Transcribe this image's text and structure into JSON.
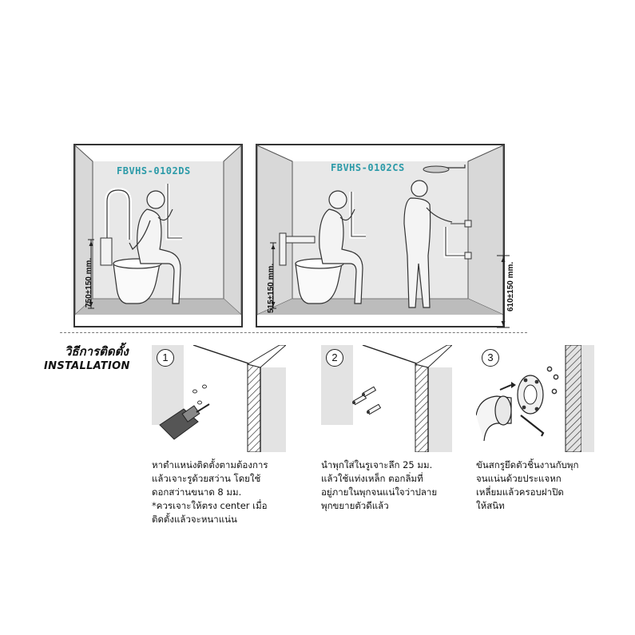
{
  "scenes": {
    "left": {
      "model": "FBVHS-0102DS",
      "height_label": "750±150 mm."
    },
    "right": {
      "model": "FBVHS-0102CS",
      "left_height_label": "515±150 mm.",
      "right_height_label": "610±150 mm."
    }
  },
  "installation": {
    "heading_th": "วิธีการติดตั้ง",
    "heading_en": "INSTALLATION",
    "steps": [
      {
        "number": "1",
        "lines": [
          "หาตำแหน่งติดตั้งตามต้องการ",
          "แล้วเจาะรูด้วยสว่าน โดยใช้",
          "ดอกสว่านขนาด 8 มม.",
          "*ควรเจาะให้ตรง center เมื่อ",
          "ติดตั้งแล้วจะหนาแน่น"
        ]
      },
      {
        "number": "2",
        "lines": [
          "นำพุกใส่ในรูเจาะลึก 25 มม.",
          "แล้วใช้แท่งเหล็ก ตอกลิ่มที่",
          "อยู่ภายในพุกจนแน่ใจว่าปลาย",
          "พุกขยายตัวดีแล้ว"
        ]
      },
      {
        "number": "3",
        "lines": [
          "ขันสกรูยึดตัวชิ้นงานกับพุก",
          "จนแน่นด้วยประแจหก",
          "เหลี่ยมแล้วครอบฝาปิด",
          "ให้สนิท"
        ]
      }
    ]
  },
  "colors": {
    "model_text": "#2b9aa8",
    "wall": "#e4e4e4",
    "floor": "#bdbdbd"
  }
}
